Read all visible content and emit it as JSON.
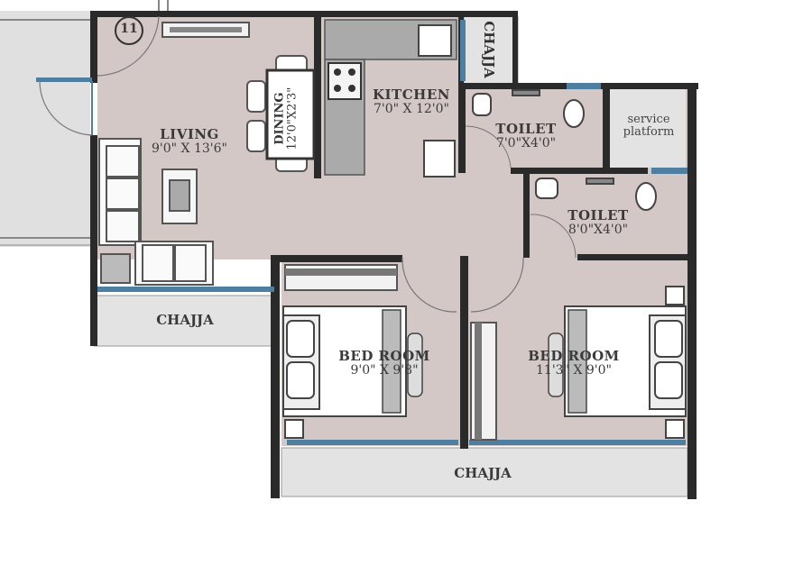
{
  "unit_number": "11",
  "rooms": {
    "living": {
      "name": "LIVING",
      "dims": "9'0\" X 13'6\""
    },
    "dining": {
      "name": "DINING",
      "dims": "12'0\"X2'3\""
    },
    "kitchen": {
      "name": "KITCHEN",
      "dims": "7'0\" X 12'0\""
    },
    "toilet1": {
      "name": "TOILET",
      "dims": "7'0\"X4'0\""
    },
    "toilet2": {
      "name": "TOILET",
      "dims": "8'0\"X4'0\""
    },
    "service": {
      "line1": "service",
      "line2": "platform"
    },
    "bed1": {
      "name": "BED ROOM",
      "dims": "9'0\" X 9'8\""
    },
    "bed2": {
      "name": "BED ROOM",
      "dims": "11'3\" X 9'0\""
    },
    "chajja_left": "CHAJJA",
    "chajja_bottom": "CHAJJA",
    "chajja_right": "CHAJJA"
  },
  "colors": {
    "floor": "#d4c8c7",
    "wall": "#2a2a2a",
    "window": "#4f7fa0",
    "chajja": "#e3e3e3",
    "outside": "#d8d8d8"
  }
}
